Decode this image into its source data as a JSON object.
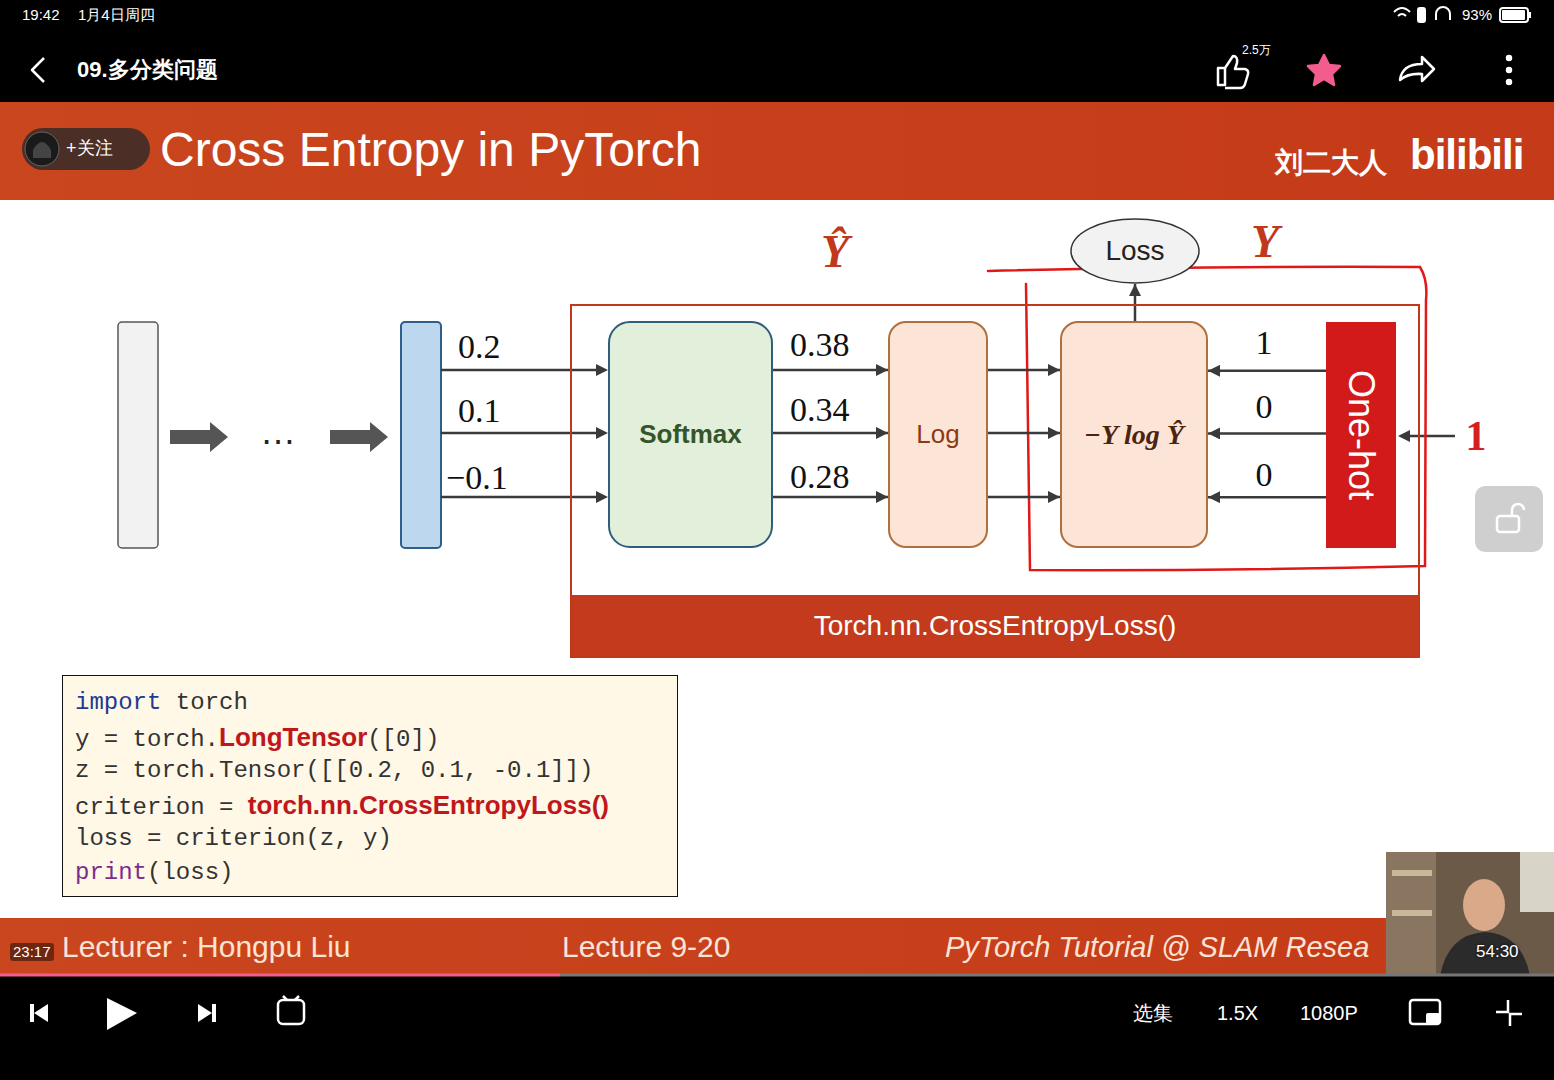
{
  "diagram": {
    "title": "Cross Entropy in PyTorch",
    "nodes": [
      {
        "text": [
          "Loss"
        ]
      },
      {
        "text": [
          "Torch.nn.CrossEntropyLoss()"
        ]
      },
      {
        "text": [
          "Softmax"
        ],
        "in": 1
      },
      {
        "text": [
          "Log"
        ],
        "in": 1
      },
      {
        "text": [
          "−Y log Ŷ"
        ],
        "in": 1
      },
      {
        "text": [
          "One-hot"
        ],
        "in": 1
      },
      {
        "text": [
          "import",
          " torch",
          "y = torch.",
          "LongTensor",
          "([0])",
          "z = torch.Tensor([[0.2, 0.1, -0.1]])",
          "criterion = ",
          "torch.nn.CrossEntropyLoss()",
          "loss = criterion(z, y)",
          "print",
          "(loss)"
        ]
      }
    ],
    "edges": [
      {
        "from": 2,
        "to": 3,
        "label": "0.38",
        "arrow": "to"
      },
      {
        "from": 2,
        "to": 3,
        "label": "0.34",
        "arrow": "to"
      },
      {
        "from": 2,
        "to": 3,
        "label": "0.28",
        "arrow": "to"
      },
      {
        "from": 3,
        "to": 4,
        "arrow": "to"
      },
      {
        "from": 3,
        "to": 4,
        "arrow": "to"
      },
      {
        "from": 3,
        "to": 4,
        "arrow": "to"
      },
      {
        "from": 5,
        "to": 4,
        "label": "1",
        "arrow": "to"
      },
      {
        "from": 5,
        "to": 4,
        "label": "0",
        "arrow": "to"
      },
      {
        "from": 5,
        "to": 4,
        "label": "0",
        "arrow": "to"
      },
      {
        "from": 4,
        "to": 0,
        "arrow": "to"
      }
    ],
    "labels": [
      "19:42",
      "1月4日周四",
      "93%",
      "09.多分类问题",
      "2.5万",
      "+关注",
      "刘二大人",
      "bilibili",
      "…",
      "0.2",
      "0.1",
      "−0.1",
      "Ŷ",
      "Y",
      "1",
      "Lecturer : Hongpu Liu",
      "Lecture 9-20",
      "PyTorch Tutorial @ SLAM Resea",
      "23:17",
      "54:30",
      "选集",
      "1.5X",
      "1080P"
    ]
  }
}
